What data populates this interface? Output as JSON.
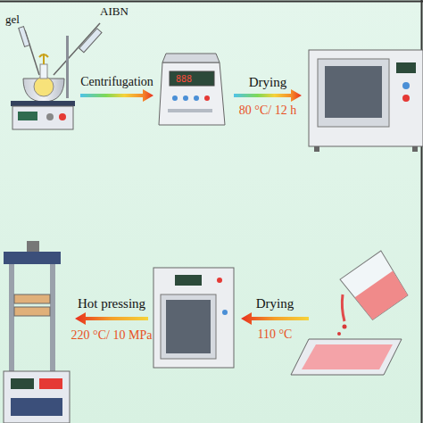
{
  "diagram": {
    "labels": [
      "gel",
      "AIBN",
      "Centrifugation",
      "Drying",
      "80 °C/ 12 h",
      "Drying",
      "110 °C",
      "Hot pressing",
      "220 °C/ 10 MPa"
    ]
  }
}
